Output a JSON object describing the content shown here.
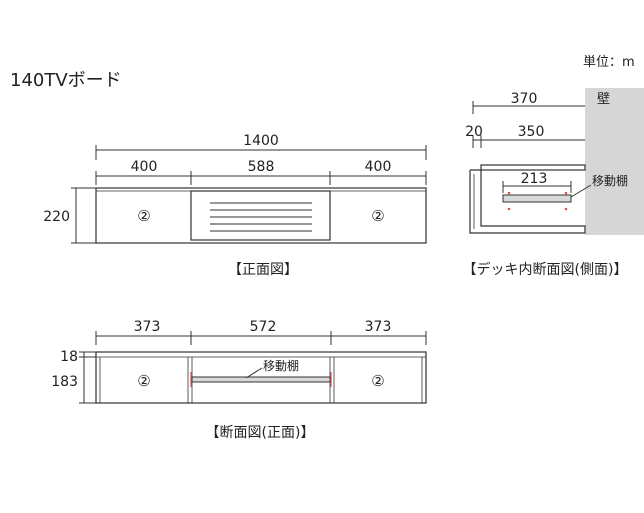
{
  "product_title": "140TVボード",
  "unit_label": "単位：m",
  "wall_label": "壁",
  "front": {
    "caption": "【正面図】",
    "dim_total": "1400",
    "dim_left": "400",
    "dim_mid": "588",
    "dim_right": "400",
    "dim_height": "220",
    "marker_left": "②",
    "marker_right": "②"
  },
  "side": {
    "caption": "【デッキ内断面図(側面)】",
    "dim_total": "370",
    "dim_gap": "20",
    "dim_depth": "350",
    "dim_shelf": "213",
    "shelf_label": "移動棚"
  },
  "section": {
    "caption": "【断面図(正面)】",
    "dim_left": "373",
    "dim_mid": "572",
    "dim_right": "373",
    "dim_top": "18",
    "dim_height": "183",
    "shelf_label": "移動棚",
    "marker_left": "②",
    "marker_right": "②"
  },
  "colors": {
    "line": "#333333",
    "shelf_fill": "#d9d9d9",
    "wall_fill": "#d6d6d6",
    "marker": "#d9534f",
    "pin": "#d9534f"
  }
}
